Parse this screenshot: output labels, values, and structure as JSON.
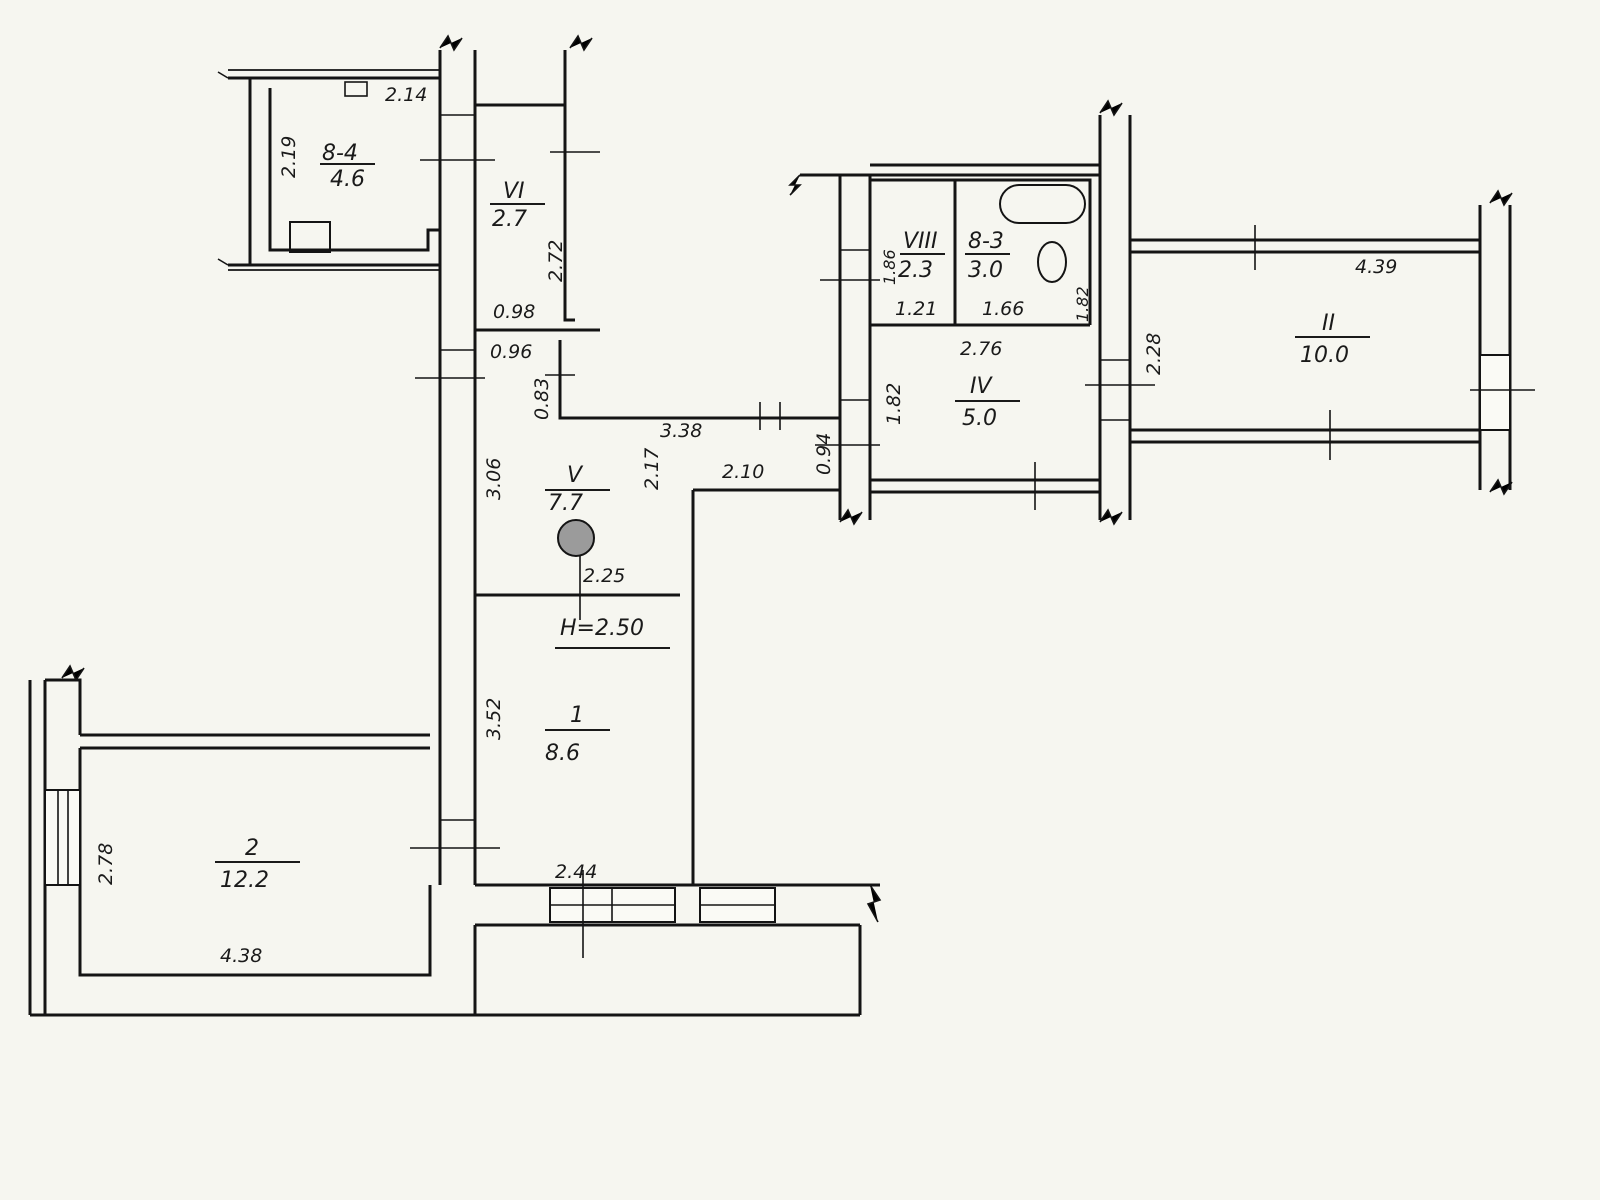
{
  "rooms": [
    {
      "id": "8-4",
      "number": "8-4",
      "area": "4.6",
      "dims": [
        "2.14",
        "2.19"
      ]
    },
    {
      "id": "vi",
      "number": "VI",
      "area": "2.7",
      "dims": [
        "2.72",
        "0.98"
      ]
    },
    {
      "id": "viii",
      "number": "VIII",
      "area": "2.3",
      "dims": [
        "1.86",
        "1.21"
      ]
    },
    {
      "id": "8-3",
      "number": "8-3",
      "area": "3.0",
      "dims": [
        "1.66",
        "1.82"
      ]
    },
    {
      "id": "iv",
      "number": "IV",
      "area": "5.0",
      "dims": [
        "2.76",
        "1.82",
        "0.94"
      ]
    },
    {
      "id": "ii",
      "number": "II",
      "area": "10.0",
      "dims": [
        "4.39",
        "2.28"
      ]
    },
    {
      "id": "v",
      "number": "V",
      "area": "7.7",
      "dims": [
        "3.38",
        "2.17",
        "2.10",
        "2.25",
        "3.06",
        "0.96",
        "0.83"
      ]
    },
    {
      "id": "1",
      "number": "1",
      "area": "8.6",
      "dims": [
        "3.52",
        "2.44"
      ]
    },
    {
      "id": "2",
      "number": "2",
      "area": "12.2",
      "dims": [
        "2.78",
        "4.38"
      ]
    }
  ],
  "ceiling_height": "H=2.50"
}
